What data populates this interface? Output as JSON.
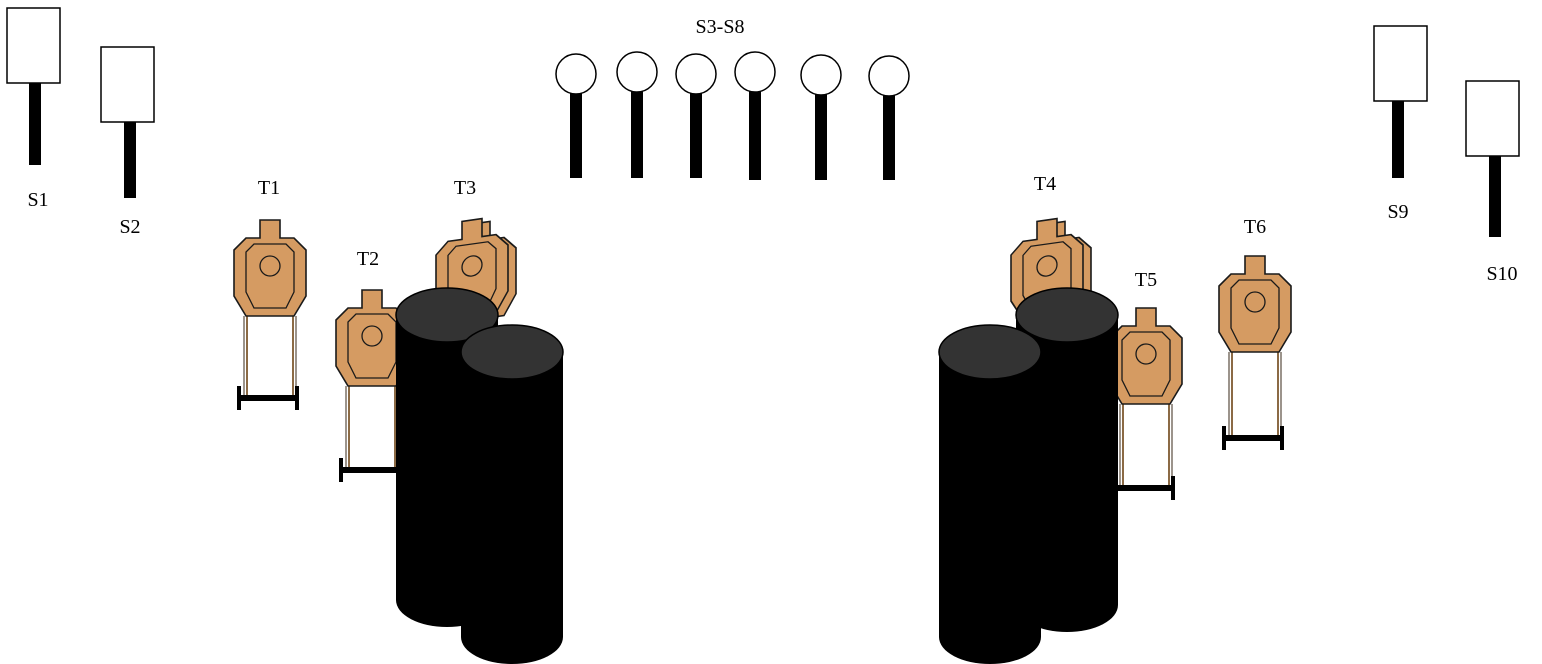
{
  "colors": {
    "background": "#ffffff",
    "target_fill": "#d59b62",
    "target_stroke": "#1a1a1a",
    "post": "#000000",
    "barrel_body": "#000000",
    "barrel_top": "#333333",
    "target_stand_leg": "#8b6a45"
  },
  "group_label": "S3-S8",
  "steel_plates": [
    {
      "id": "S1",
      "label": "S1",
      "shape": "rectangle"
    },
    {
      "id": "S2",
      "label": "S2",
      "shape": "rectangle"
    },
    {
      "id": "S3",
      "label": "",
      "shape": "popper-circle"
    },
    {
      "id": "S4",
      "label": "",
      "shape": "popper-circle"
    },
    {
      "id": "S5",
      "label": "",
      "shape": "popper-circle"
    },
    {
      "id": "S6",
      "label": "",
      "shape": "popper-circle"
    },
    {
      "id": "S7",
      "label": "",
      "shape": "popper-circle"
    },
    {
      "id": "S8",
      "label": "",
      "shape": "popper-circle"
    },
    {
      "id": "S9",
      "label": "S9",
      "shape": "rectangle"
    },
    {
      "id": "S10",
      "label": "S10",
      "shape": "rectangle"
    }
  ],
  "paper_targets": [
    {
      "id": "T1",
      "label": "T1",
      "orientation": "upright"
    },
    {
      "id": "T2",
      "label": "T2",
      "orientation": "upright"
    },
    {
      "id": "T3",
      "label": "T3",
      "orientation": "angled"
    },
    {
      "id": "T4",
      "label": "T4",
      "orientation": "angled"
    },
    {
      "id": "T5",
      "label": "T5",
      "orientation": "upright"
    },
    {
      "id": "T6",
      "label": "T6",
      "orientation": "upright"
    }
  ],
  "barrels": [
    {
      "id": "barrel-left-back",
      "icon": "barrel-icon"
    },
    {
      "id": "barrel-left-front",
      "icon": "barrel-icon"
    },
    {
      "id": "barrel-right-front",
      "icon": "barrel-icon"
    },
    {
      "id": "barrel-right-back",
      "icon": "barrel-icon"
    }
  ]
}
